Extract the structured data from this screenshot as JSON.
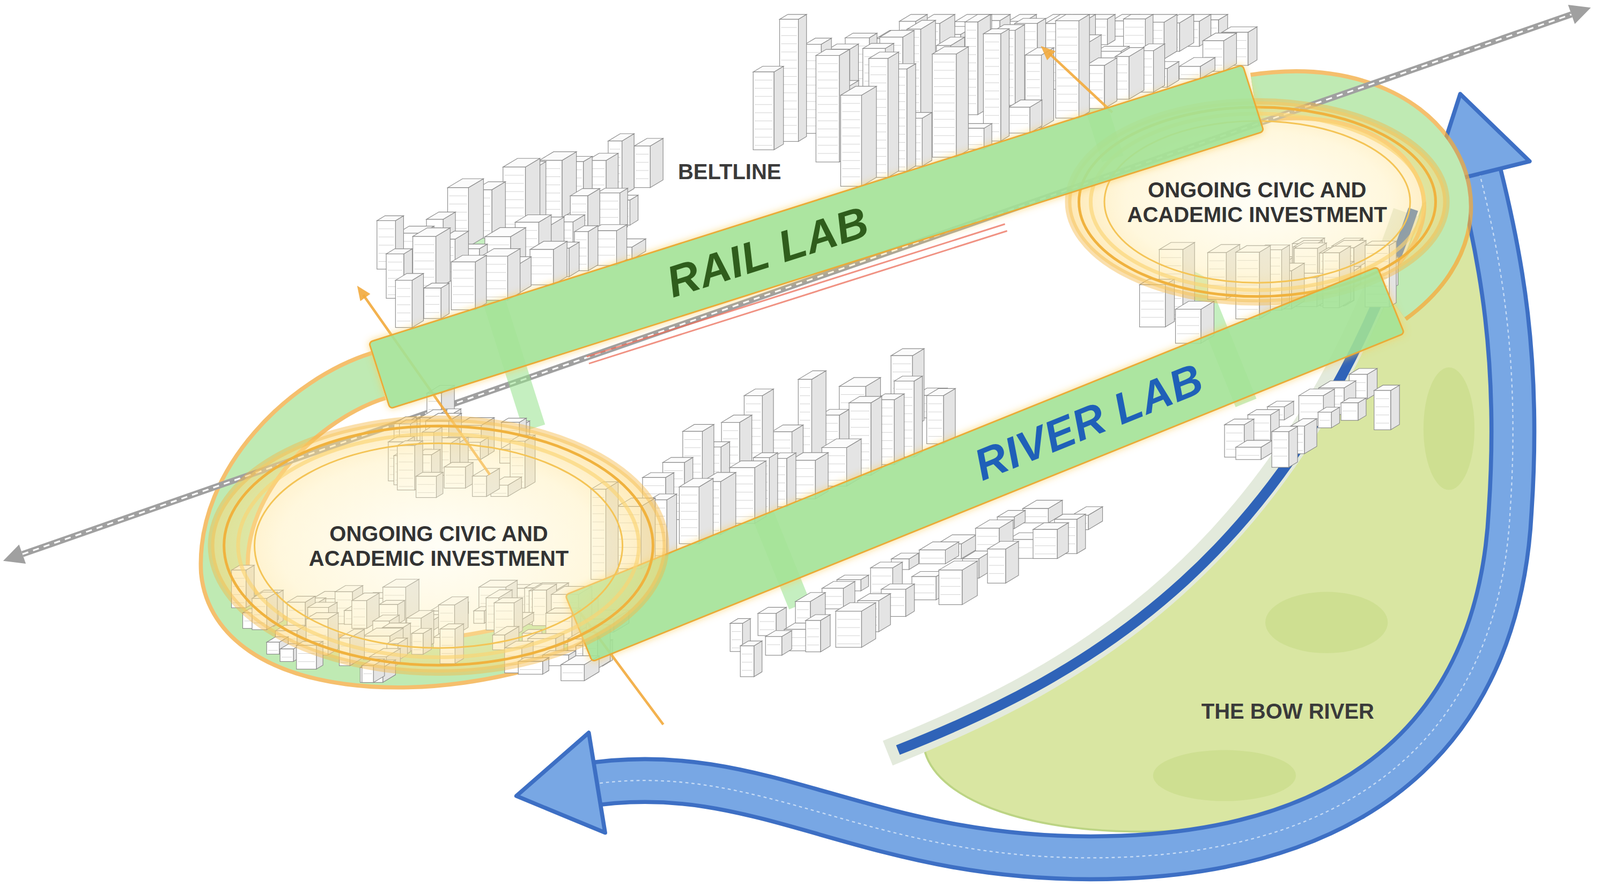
{
  "diagram": {
    "nodes": [
      {
        "text": [
          "ONGOING CIVIC AND ACADEMIC INVESTMENT"
        ]
      },
      {
        "text": [
          "RAIL LAB"
        ]
      },
      {
        "text": [
          "RIVER LAB"
        ]
      },
      {
        "text": [
          "ONGOING CIVIC AND ACADEMIC INVESTMENT"
        ]
      }
    ],
    "labels": [
      "BELTLINE",
      "THE BOW RIVER"
    ]
  }
}
